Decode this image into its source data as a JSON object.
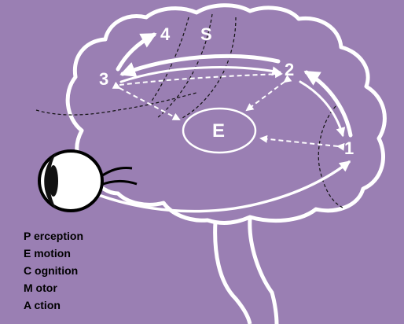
{
  "colors": {
    "background": "#9a7fb3",
    "stroke": "#ffffff",
    "eye_pupil": "#111111",
    "legend_text": "#000000"
  },
  "nodes": {
    "n1": "1",
    "n2": "2",
    "n3": "3",
    "n4": "4",
    "s": "S",
    "e": "E"
  },
  "legend": [
    {
      "initial": "P",
      "rest": " erception"
    },
    {
      "initial": "E",
      "rest": " motion"
    },
    {
      "initial": "C",
      "rest": " ognition"
    },
    {
      "initial": "M",
      "rest": " otor"
    },
    {
      "initial": "A",
      "rest": " ction"
    }
  ]
}
